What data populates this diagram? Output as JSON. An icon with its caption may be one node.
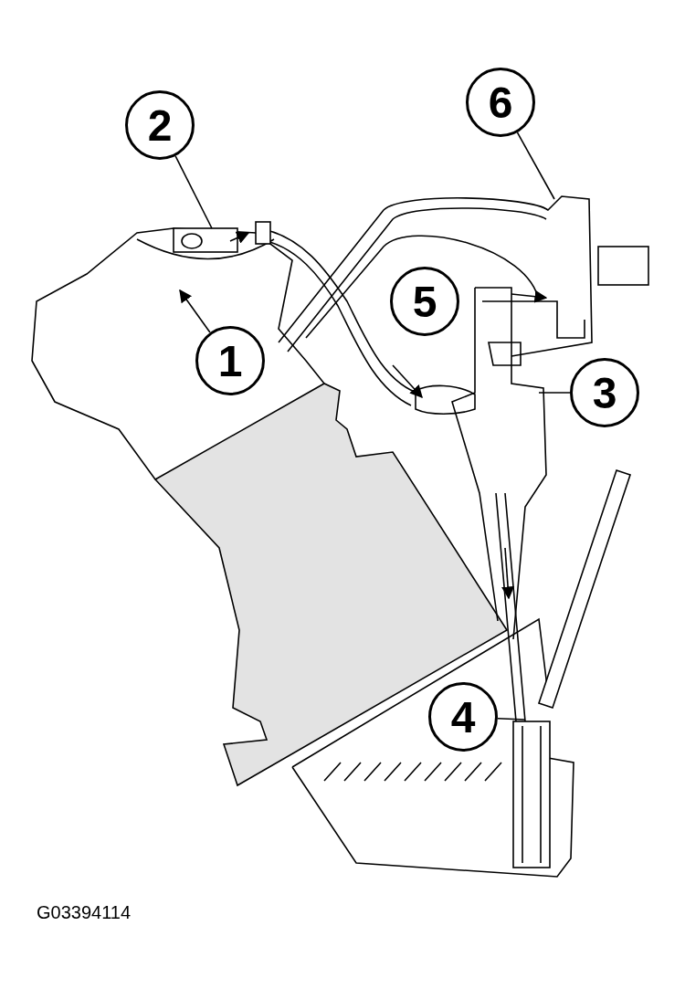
{
  "diagram": {
    "nodes": [
      {
        "text": [
          "2"
        ]
      },
      {
        "text": [
          "6"
        ]
      },
      {
        "text": [
          "5"
        ]
      },
      {
        "text": [
          "1"
        ]
      },
      {
        "text": [
          "3"
        ]
      },
      {
        "text": [
          "4"
        ]
      }
    ],
    "edges": [
      {
        "from": 0,
        "to": null,
        "arrow": "none"
      },
      {
        "from": 1,
        "to": null,
        "arrow": "none"
      },
      {
        "from": 3,
        "to": null,
        "arrow": "to"
      },
      {
        "from": 4,
        "to": null,
        "arrow": "none"
      },
      {
        "from": 5,
        "to": null,
        "arrow": "none"
      }
    ],
    "labels": [
      "G03394114"
    ]
  }
}
